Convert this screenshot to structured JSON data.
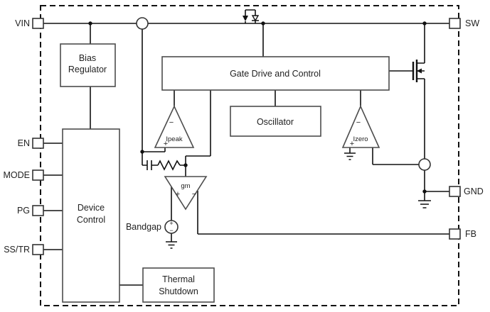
{
  "diagram": {
    "pins": {
      "left": [
        {
          "label": "VIN"
        },
        {
          "label": "EN"
        },
        {
          "label": "MODE"
        },
        {
          "label": "PG"
        },
        {
          "label": "SS/TR"
        }
      ],
      "right": [
        {
          "label": "SW"
        },
        {
          "label": "GND"
        },
        {
          "label": "FB"
        }
      ]
    },
    "blocks": {
      "bias_regulator": {
        "line1": "Bias",
        "line2": "Regulator"
      },
      "gate_drive_control": {
        "label": "Gate Drive and Control"
      },
      "oscillator": {
        "label": "Oscillator"
      },
      "device_control": {
        "line1": "Device",
        "line2": "Control"
      },
      "thermal_shutdown": {
        "line1": "Thermal",
        "line2": "Shutdown"
      }
    },
    "comparators": {
      "ipeak": {
        "label": "Ipeak",
        "minus": "−",
        "plus": "+"
      },
      "izero": {
        "label": "Izero",
        "minus": "−",
        "plus": "+"
      },
      "gm": {
        "label": "gm",
        "plus": "+",
        "minus": "−"
      }
    },
    "bandgap": {
      "label": "Bandgap",
      "plus": "+",
      "minus": "−"
    },
    "colors": {
      "wire": "#111111",
      "block_border": "#4d4d4d",
      "text": "#222222",
      "background": "#ffffff"
    }
  }
}
